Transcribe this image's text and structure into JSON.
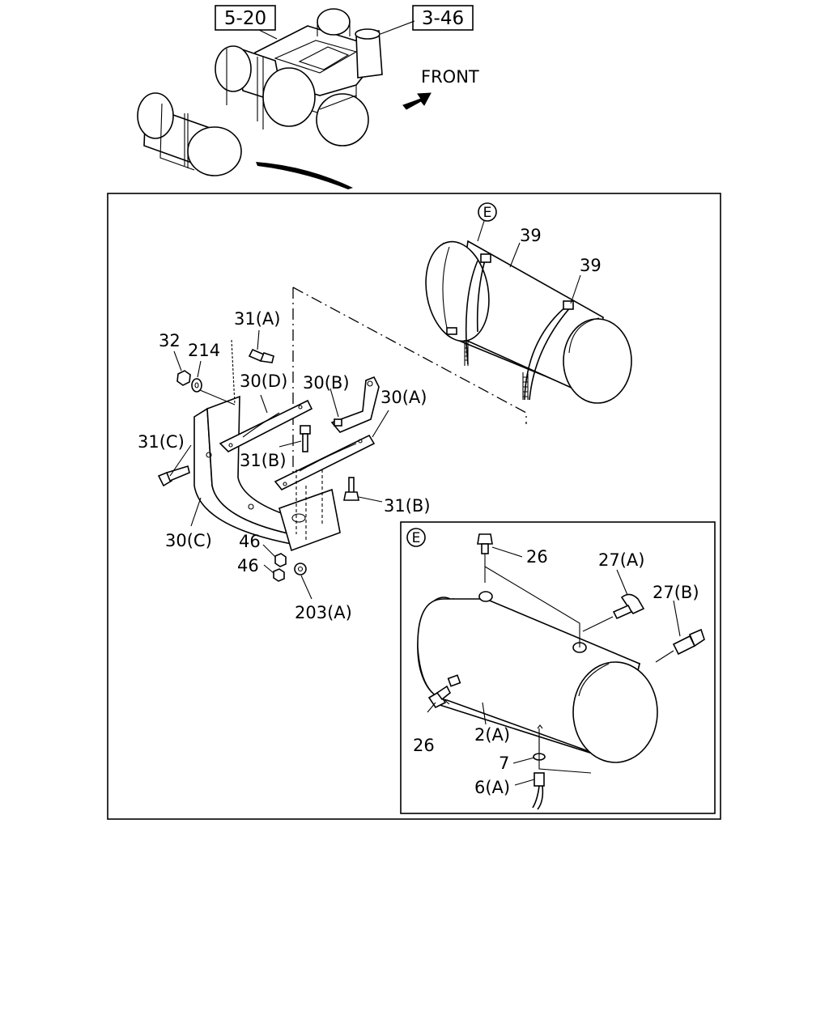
{
  "refs": {
    "r1": "5-20",
    "r2": "3-46"
  },
  "front_label": "FRONT",
  "view_markers": {
    "main": "E",
    "detail": "E"
  },
  "labels": {
    "p39a": "39",
    "p39b": "39",
    "p31a": "31(A)",
    "p32": "32",
    "p214": "214",
    "p30d": "30(D)",
    "p30b": "30(B)",
    "p30a": "30(A)",
    "p31c": "31(C)",
    "p31b1": "31(B)",
    "p31b2": "31(B)",
    "p30c": "30(C)",
    "p46a": "46",
    "p46b": "46",
    "p203a": "203(A)",
    "p26a": "26",
    "p27a": "27(A)",
    "p27b": "27(B)",
    "p26b": "26",
    "p2a": "2(A)",
    "p7": "7",
    "p6a": "6(A)"
  }
}
